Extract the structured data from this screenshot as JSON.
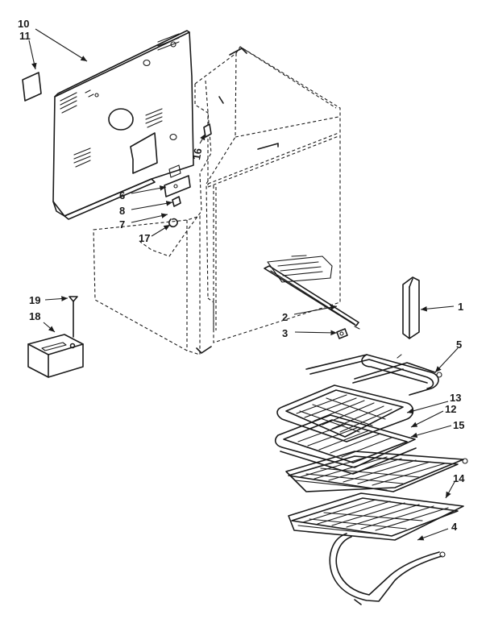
{
  "callouts": {
    "c1": "1",
    "c2": "2",
    "c3": "3",
    "c4": "4",
    "c5": "5",
    "c6": "6",
    "c7": "7",
    "c8": "8",
    "c10": "10",
    "c11": "11",
    "c12": "12",
    "c13": "13",
    "c14": "14",
    "c15": "15",
    "c16": "16",
    "c17": "17",
    "c18": "18",
    "c19": "19"
  }
}
